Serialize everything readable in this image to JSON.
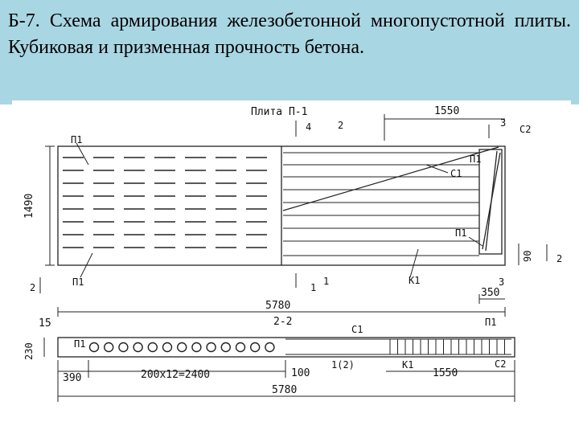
{
  "slide": {
    "title": "Б-7.  Схема армирования железобетонной многопустотной плиты. Кубиковая и призменная прочность бетона.",
    "band_color": "#a9d6e3"
  },
  "drawing": {
    "plate_title": "Плита П-1",
    "labels": {
      "l1490": "1490",
      "l1550_top": "1550",
      "l90": "90",
      "l350": "350",
      "l5780_top": "5780",
      "l15": "15",
      "l230": "230",
      "l390": "390",
      "l200x12": "200x12=2400",
      "l100": "100",
      "l1550_bottom": "1550",
      "l5780_bottom": "5780",
      "section": "2-2",
      "P1_a": "П1",
      "P1_b": "П1",
      "P1_c": "П1",
      "P1_d": "П1",
      "P1_e": "П1",
      "P1_f": "П1",
      "C1_a": "С1",
      "C1_b": "С1",
      "C2_a": "С2",
      "C2_b": "С2",
      "K1_a": "К1",
      "K1_b": "К1",
      "n1_a": "1",
      "n1_b": "1",
      "n1_2": "1(2)",
      "n2_a": "2",
      "n2_b": "2",
      "n2_c": "2",
      "n3_a": "3",
      "n3_b": "3",
      "n4": "4"
    }
  }
}
